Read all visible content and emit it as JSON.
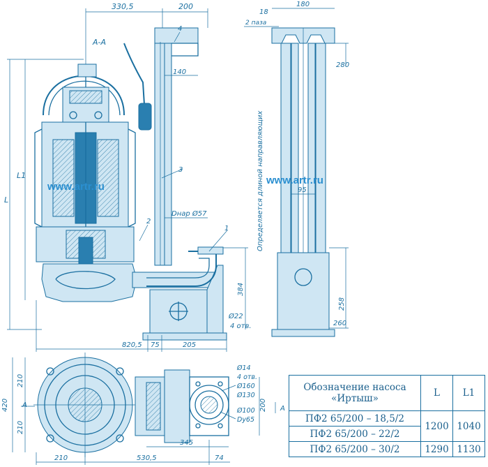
{
  "section_label": "А-А",
  "section_marker": "А",
  "watermark": "www.artr.ru",
  "dims": {
    "d330_5": "330,5",
    "d200": "200",
    "d18": "18",
    "d180": "180",
    "slots": "2 паза",
    "d140": "140",
    "d280": "280",
    "L": "L",
    "L1": "L1",
    "d95": "95",
    "dnar": "Dнар Ø57",
    "guide_note": "Определяется длиной направляющих",
    "d384": "384",
    "d258": "258",
    "d260": "260",
    "d22": "Ø22",
    "holes4": "4 отв.",
    "d820_5": "820,5",
    "d75": "75",
    "d205": "205",
    "d420": "420",
    "d210a": "210",
    "d210b": "210",
    "d14": "Ø14",
    "holes4b": "4 отв.",
    "d160": "Ø160",
    "d130": "Ø130",
    "d100": "Ø100",
    "dy65": "Dу65",
    "d345": "345",
    "d200b": "200",
    "d210c": "210",
    "d530_5": "530,5",
    "d74": "74",
    "callout1": "1",
    "callout2": "2",
    "callout3": "3",
    "callout4": "4"
  },
  "table": {
    "header_name": "Обозначение насоса «Иртыш»",
    "header_L": "L",
    "header_L1": "L1",
    "rows": [
      {
        "name": "ПФ2 65/200 – 18,5/2",
        "L": "1200",
        "L1": "1040"
      },
      {
        "name": "ПФ2 65/200 – 22/2",
        "L": "",
        "L1": ""
      },
      {
        "name": "ПФ2 65/200 – 30/2",
        "L": "1290",
        "L1": "1130"
      }
    ]
  },
  "colors": {
    "ink": "#1a6fa0",
    "fill": "#cfe6f3",
    "watermark": "#2b8fd0"
  }
}
